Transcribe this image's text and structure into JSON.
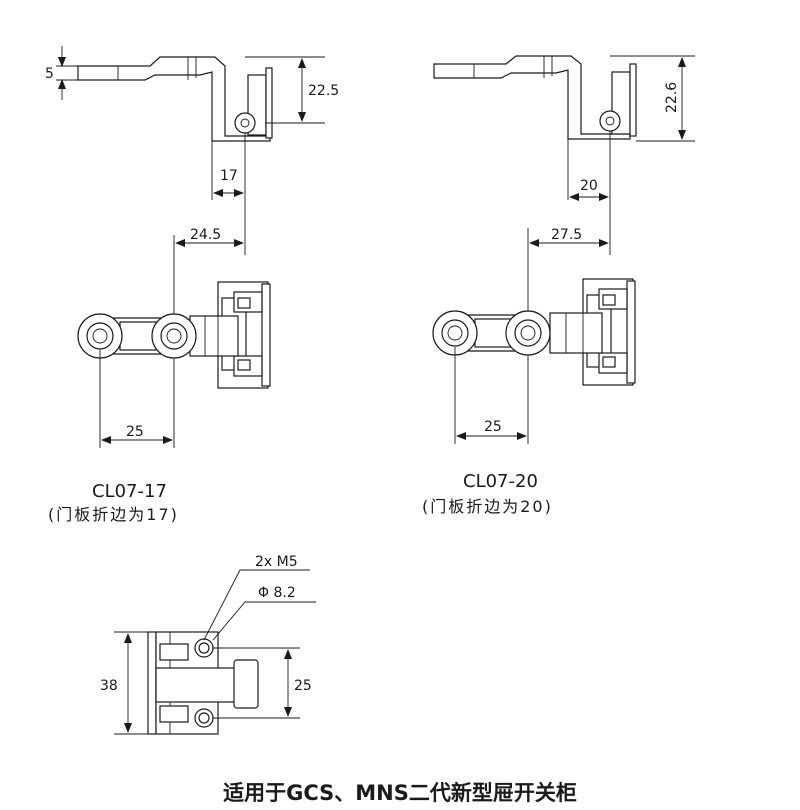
{
  "models": [
    {
      "name": "CL07-17",
      "note": "(门板折边为17)",
      "dims": {
        "thickness": "5",
        "height": "22.5",
        "flange": "17",
        "offset": "24.5",
        "pitch": "25"
      }
    },
    {
      "name": "CL07-20",
      "note": "(门板折边为20)",
      "dims": {
        "height": "22.6",
        "flange": "20",
        "offset": "27.5",
        "pitch": "25"
      }
    }
  ],
  "mount": {
    "screw": "2x M5",
    "hole": "Φ 8.2",
    "height": "38",
    "spacing": "25"
  },
  "caption": "适用于GCS、MNS二代新型屉开关柜"
}
